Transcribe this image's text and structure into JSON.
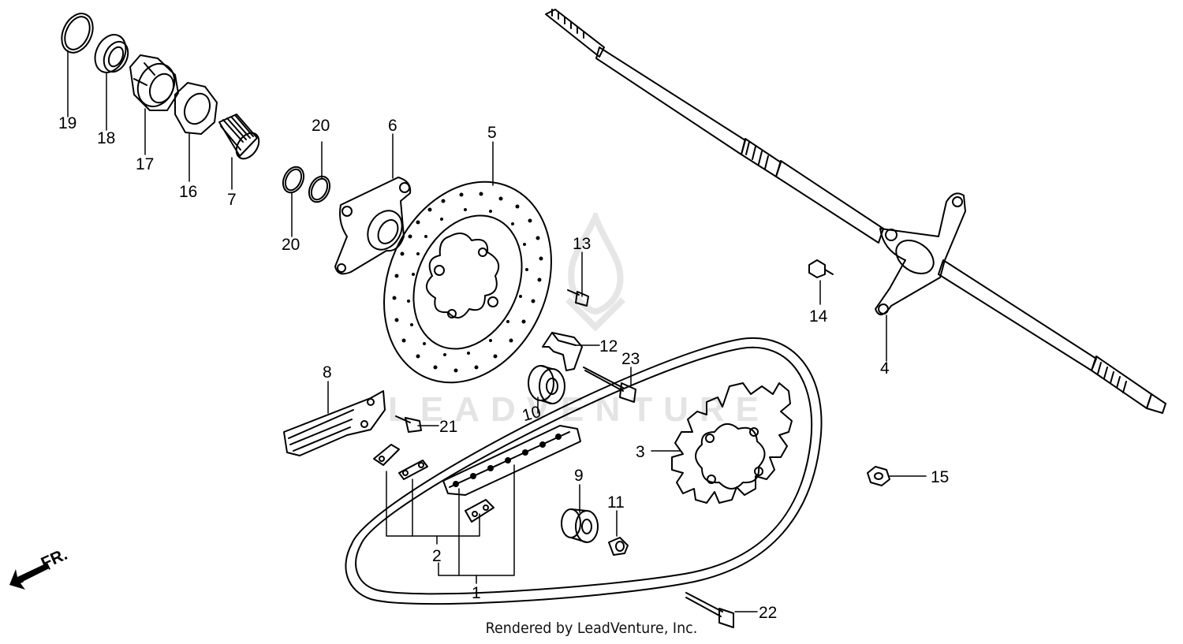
{
  "watermark": {
    "text": "LEADVENTURE",
    "color": "#e4e4e4"
  },
  "direction_indicator": {
    "label": "FR.",
    "icon": "front-arrow-icon"
  },
  "callouts": {
    "p1": "1",
    "p2": "2",
    "p3": "3",
    "p4": "4",
    "p5": "5",
    "p6": "6",
    "p7": "7",
    "p8": "8",
    "p9": "9",
    "p10": "10",
    "p11": "11",
    "p12": "12",
    "p13": "13",
    "p14": "14",
    "p15": "15",
    "p16": "16",
    "p17": "17",
    "p18": "18",
    "p19": "19",
    "p20a": "20",
    "p20b": "20",
    "p21": "21",
    "p22": "22",
    "p23": "23"
  },
  "footer": {
    "credit": "Rendered by LeadVenture, Inc."
  },
  "colors": {
    "line": "#000000",
    "background": "#ffffff"
  }
}
